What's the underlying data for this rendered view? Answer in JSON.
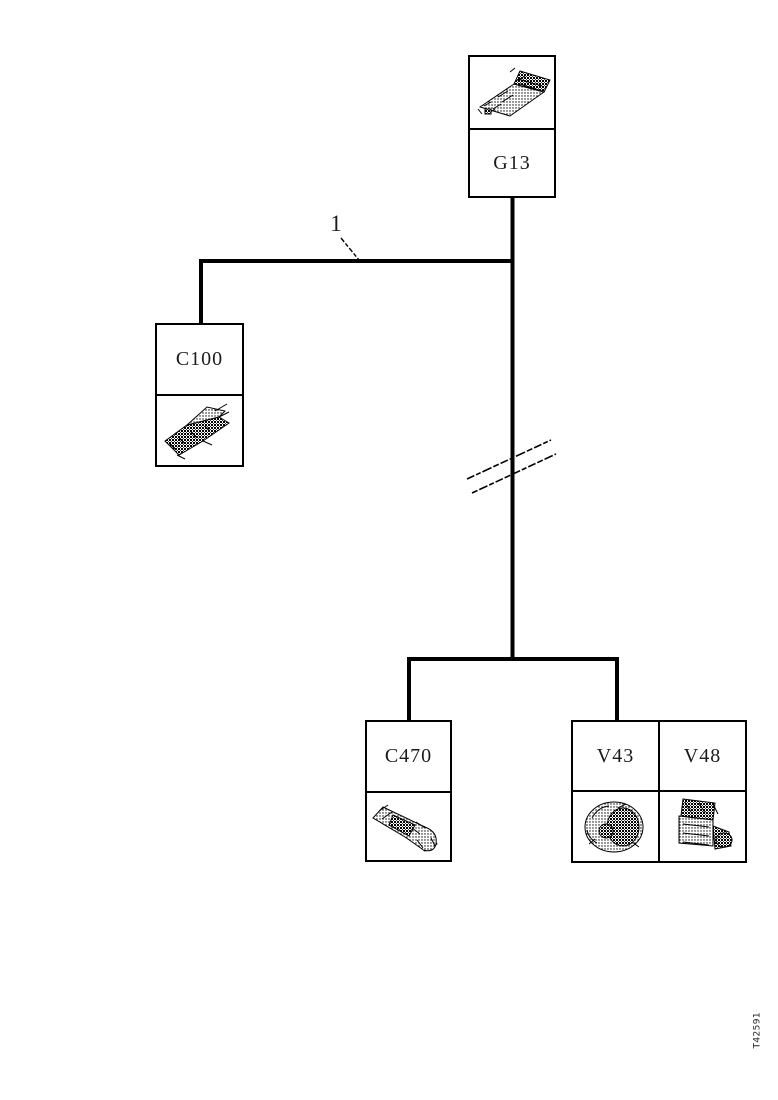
{
  "diagram": {
    "callout": {
      "label": "1"
    },
    "figure_id": "T42591",
    "boxes": {
      "g13": {
        "label": "G13",
        "image": "generator-unit-sketch"
      },
      "c100": {
        "label": "C100",
        "image": "harness-connector-sketch"
      },
      "c470": {
        "label": "C470",
        "image": "inline-connector-sketch"
      },
      "v43": {
        "label": "V43",
        "image": "circular-pump-motor-sketch"
      },
      "v48": {
        "label": "V48",
        "image": "solenoid-valve-sketch"
      }
    },
    "colors": {
      "line": "#000000",
      "background": "#ffffff"
    }
  }
}
